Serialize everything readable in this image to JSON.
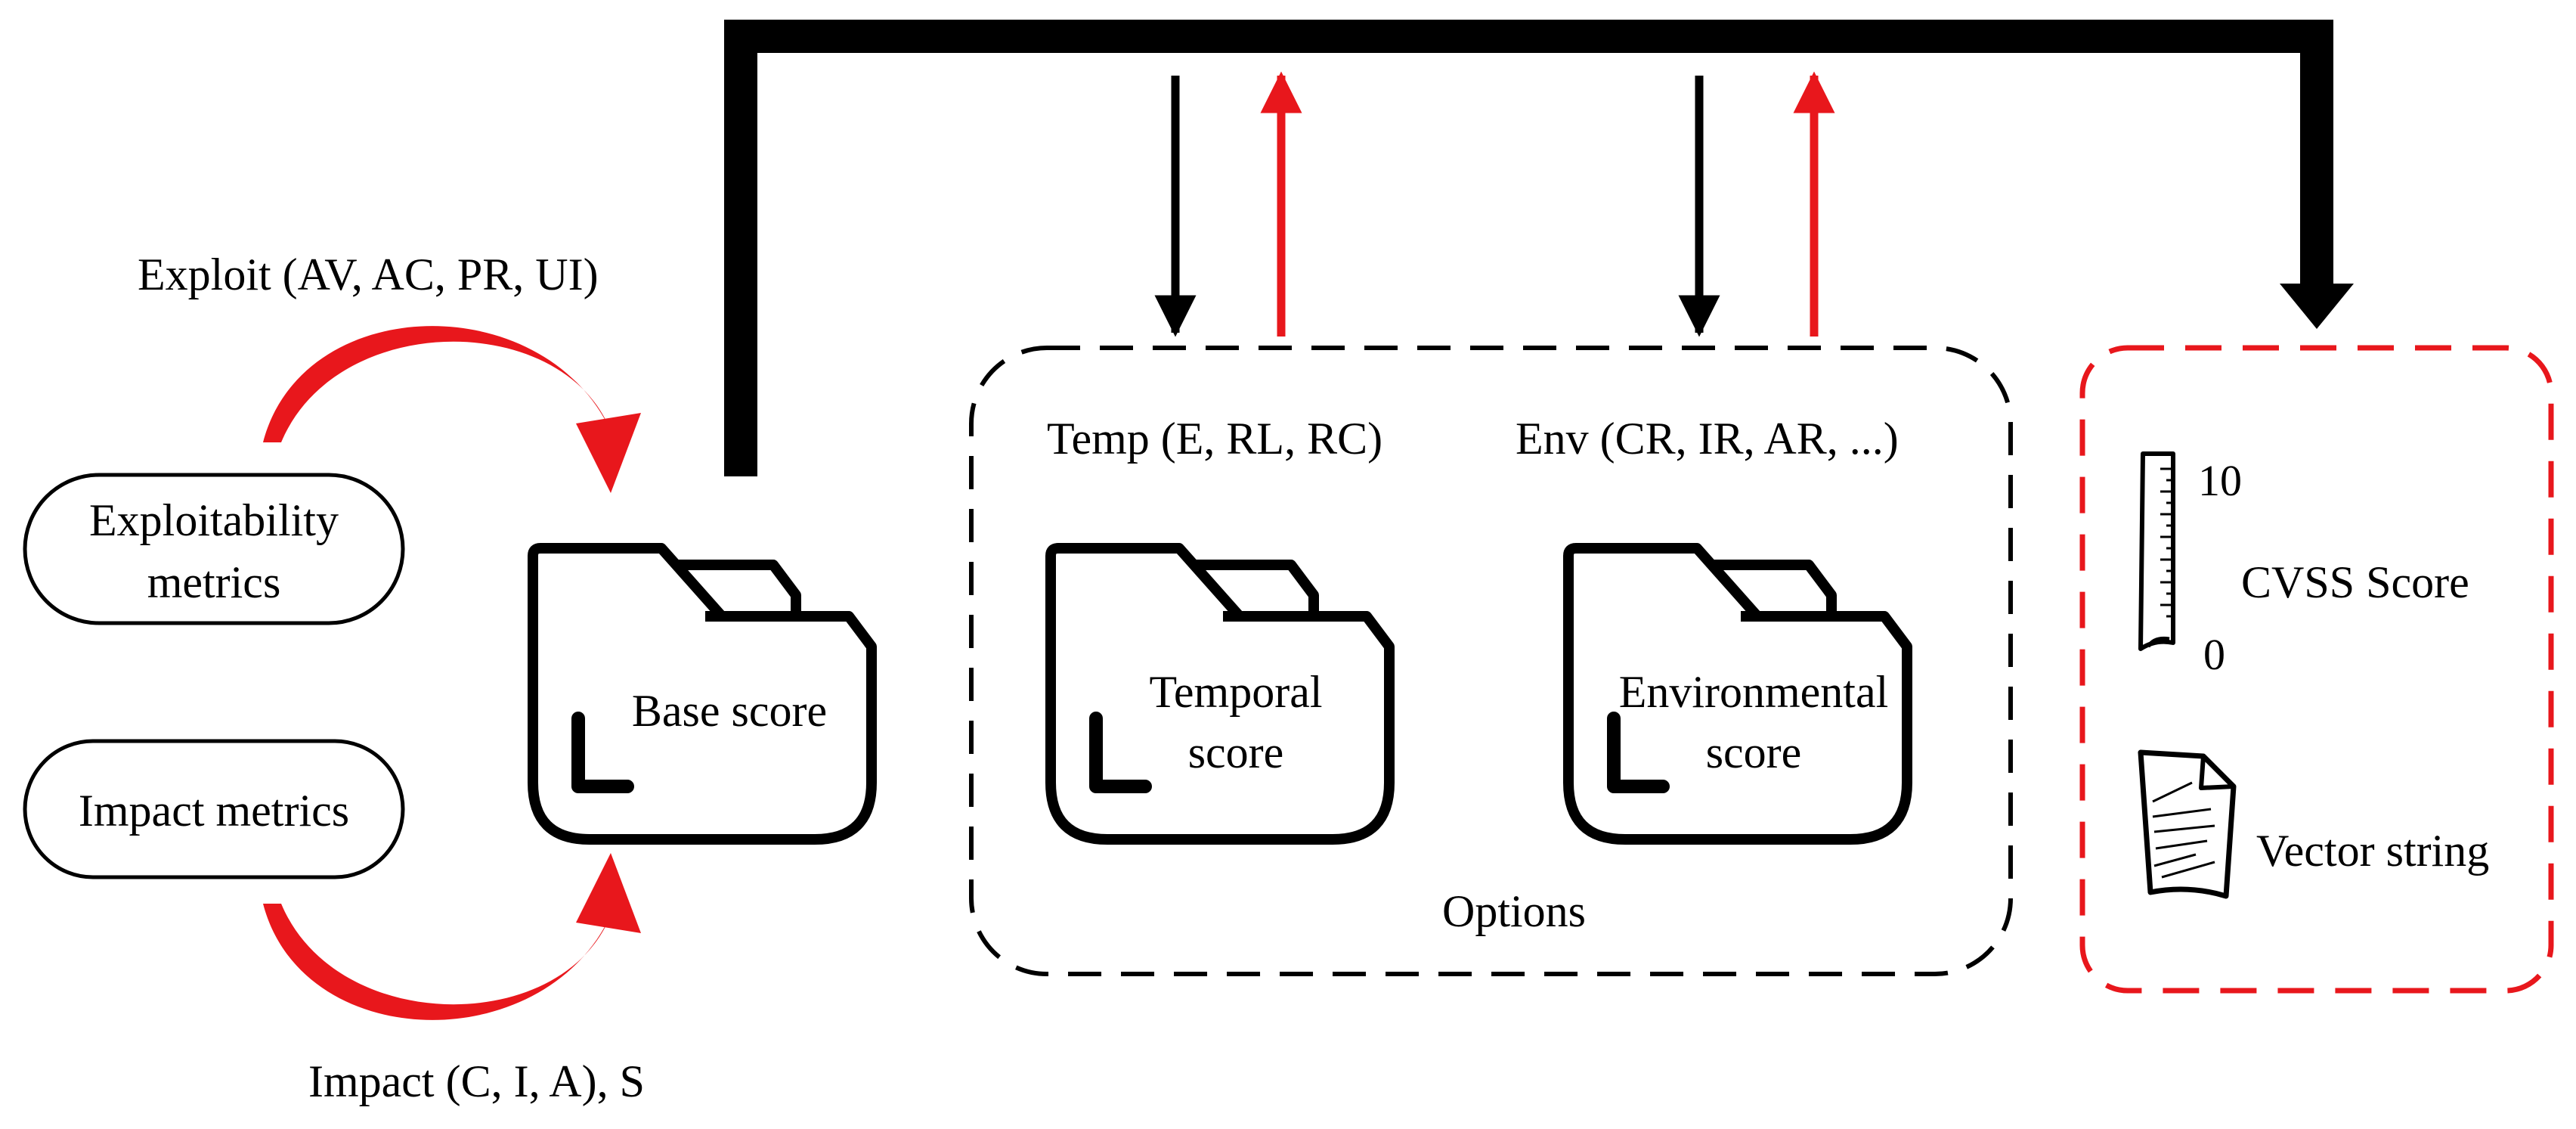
{
  "labels": {
    "exploit": "Exploit (AV, AC, PR, UI)",
    "impact": "Impact (C, I, A), S",
    "exploitability_line1": "Exploitability",
    "exploitability_line2": "metrics",
    "impact_metrics": "Impact metrics",
    "base_score": "Base score",
    "temp": "Temp (E, RL, RC)",
    "env": "Env (CR, IR, AR, ...)",
    "temporal_line1": "Temporal",
    "temporal_line2": "score",
    "environmental_line1": "Environmental",
    "environmental_line2": "score",
    "options": "Options",
    "scale_max": "10",
    "scale_min": "0",
    "cvss_score": "CVSS Score",
    "vector_string": "Vector string"
  },
  "colors": {
    "red": "#e8171c",
    "black": "#000000"
  },
  "icons": {
    "folder": "folder-icon",
    "ruler": "ruler-icon",
    "document": "document-icon"
  }
}
